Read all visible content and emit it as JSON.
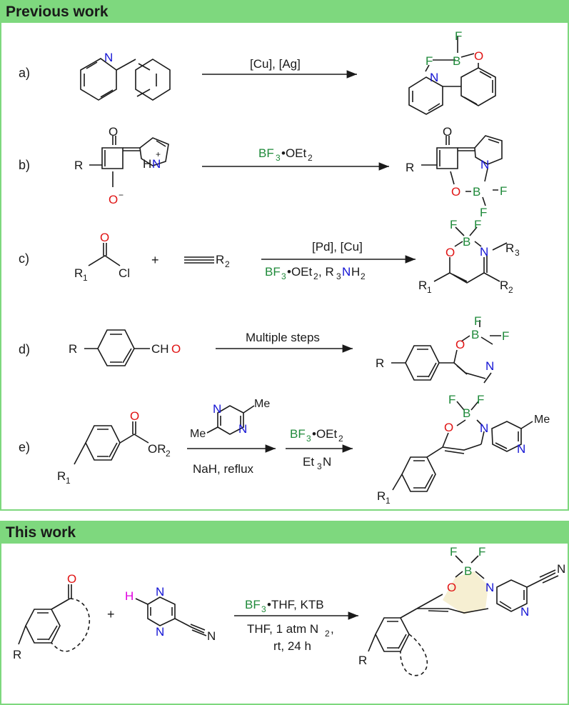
{
  "sections": {
    "previous_title": "Previous work",
    "this_title": "This work"
  },
  "rows": {
    "a": {
      "label": "a)",
      "cond_top": "[Cu], [Ag]"
    },
    "b": {
      "label": "b)",
      "cond_top_a": "BF",
      "cond_top_b": "3",
      "cond_top_c": "•OEt",
      "cond_top_d": "2"
    },
    "c": {
      "label": "c)",
      "cond_top": "[Pd], [Cu]",
      "cond_bot_a": "BF",
      "cond_bot_b": "3",
      "cond_bot_c": "•OEt",
      "cond_bot_d": "2",
      "cond_bot_e": ", R",
      "cond_bot_f": "3",
      "cond_bot_g": "N",
      "cond_bot_h": "H",
      "cond_bot_i": "2"
    },
    "d": {
      "label": "d)",
      "cond_top": "Multiple steps"
    },
    "e": {
      "label": "e)",
      "cond1_bot": "NaH, reflux",
      "cond2_top_a": "BF",
      "cond2_top_b": "3",
      "cond2_top_c": "•OEt",
      "cond2_top_d": "2",
      "cond2_bot_a": "Et",
      "cond2_bot_b": "3",
      "cond2_bot_c": "N"
    },
    "tw": {
      "cond_top_a": "BF",
      "cond_top_b": "3",
      "cond_top_c": "•THF, KTB",
      "cond_mid": "THF, 1 atm N",
      "cond_mid_sub": "2",
      "cond_mid_end": ",",
      "cond_bot": "rt, 24 h"
    }
  },
  "atoms": {
    "N": "N",
    "O": "O",
    "B": "B",
    "F": "F",
    "H": "H",
    "R": "R",
    "Cl": "Cl",
    "Me": "Me",
    "CH": "CH",
    "plus": "+",
    "minus": "−",
    "cation": "+",
    "R1": "R",
    "R1sub": "1",
    "R2": "R",
    "R2sub": "2",
    "R3": "R",
    "R3sub": "3",
    "OR2": "OR",
    "OR2sub": "2"
  },
  "colors": {
    "header": "#7ed87e",
    "nitrogen": "#1414d4",
    "oxygen": "#e01414",
    "boron_fluorine": "#1f8a3a",
    "hydrogen": "#e000e0",
    "highlight": "#f6efd2"
  }
}
